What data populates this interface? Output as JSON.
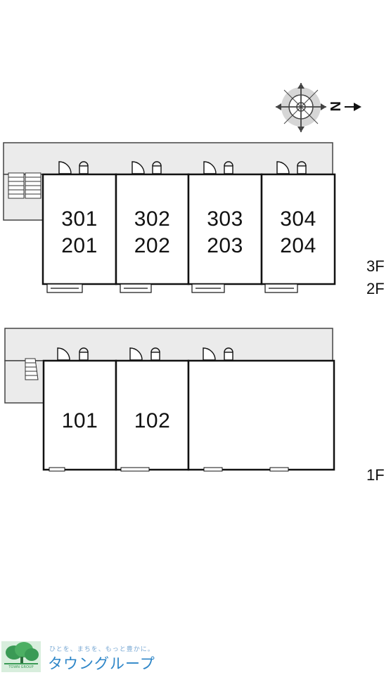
{
  "compass": {
    "north_label": "N"
  },
  "upper_block": {
    "floor_labels": [
      "3F",
      "2F"
    ],
    "units": [
      {
        "upper": "301",
        "lower": "201"
      },
      {
        "upper": "302",
        "lower": "202"
      },
      {
        "upper": "303",
        "lower": "203"
      },
      {
        "upper": "304",
        "lower": "204"
      }
    ]
  },
  "lower_block": {
    "floor_labels": [
      "1F"
    ],
    "units": [
      {
        "number": "101"
      },
      {
        "number": "102"
      },
      {
        "number": ""
      }
    ]
  },
  "brand": {
    "tagline": "ひとを、まちを、もっと豊かに。",
    "name": "タウングループ",
    "logo_word": "TOWN GROUP",
    "colors": {
      "name": "#2e86c8",
      "tagline": "#7aa9d4",
      "logo": "#3a9a55"
    }
  },
  "colors": {
    "corridor": "#ebebeb",
    "wall": "#111111"
  }
}
